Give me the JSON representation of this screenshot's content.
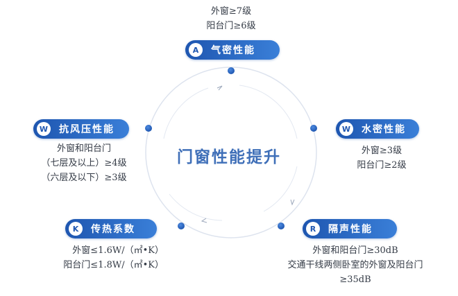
{
  "center_title": "门窗性能提升",
  "nodes": {
    "air": {
      "letter": "A",
      "label": "气密性能",
      "lines": [
        "外窗≥7级",
        "阳台门≥6级"
      ]
    },
    "water": {
      "letter": "W",
      "label": "水密性能",
      "lines": [
        "外窗≥3级",
        "阳台门≥2级"
      ]
    },
    "sound": {
      "letter": "R",
      "label": "隔声性能",
      "lines": [
        "外窗和阳台门≥30dB",
        "交通干线两侧卧室的外窗及阳台门",
        "≥35dB"
      ]
    },
    "heat": {
      "letter": "K",
      "label": "传热系数",
      "lines": [
        "外窗≤1.6W/（㎡•K）",
        "阳台门≤1.8W/（㎡•K）"
      ]
    },
    "wind": {
      "letter": "W",
      "label": "抗风压性能",
      "lines": [
        "外窗和阳台门",
        "（七层及以上）≥4级",
        "（六层及以下）≥3级"
      ]
    }
  },
  "colors": {
    "accent": "#1e56b0",
    "accent_light": "#3a7fd8",
    "ring": "#dde3ee",
    "title": "#3f6fb8"
  }
}
